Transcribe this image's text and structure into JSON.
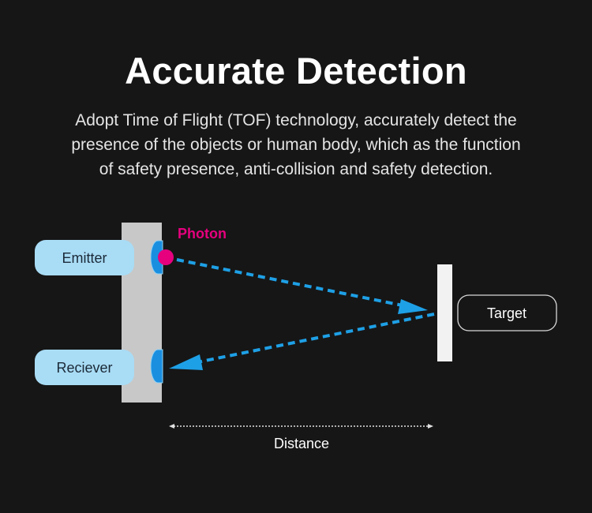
{
  "title": "Accurate Detection",
  "description": {
    "lines": [
      "Adopt Time of Flight (TOF) technology, accurately detect the",
      "presence of the objects or human body, which as the function",
      "of safety presence, anti-collision and safety detection."
    ]
  },
  "diagram": {
    "emitter_label": "Emitter",
    "receiver_label": "Reciever",
    "photon_label": "Photon",
    "target_label": "Target",
    "distance_label": "Distance",
    "colors": {
      "background": "#161616",
      "photon": "#e6007e",
      "beam": "#1ea0e6",
      "sensor_face": "#1a8fe0",
      "label_box": "#a9dcf5",
      "sensor_panel": "#c8c8c8",
      "target_plate": "#f2f2f2"
    }
  }
}
